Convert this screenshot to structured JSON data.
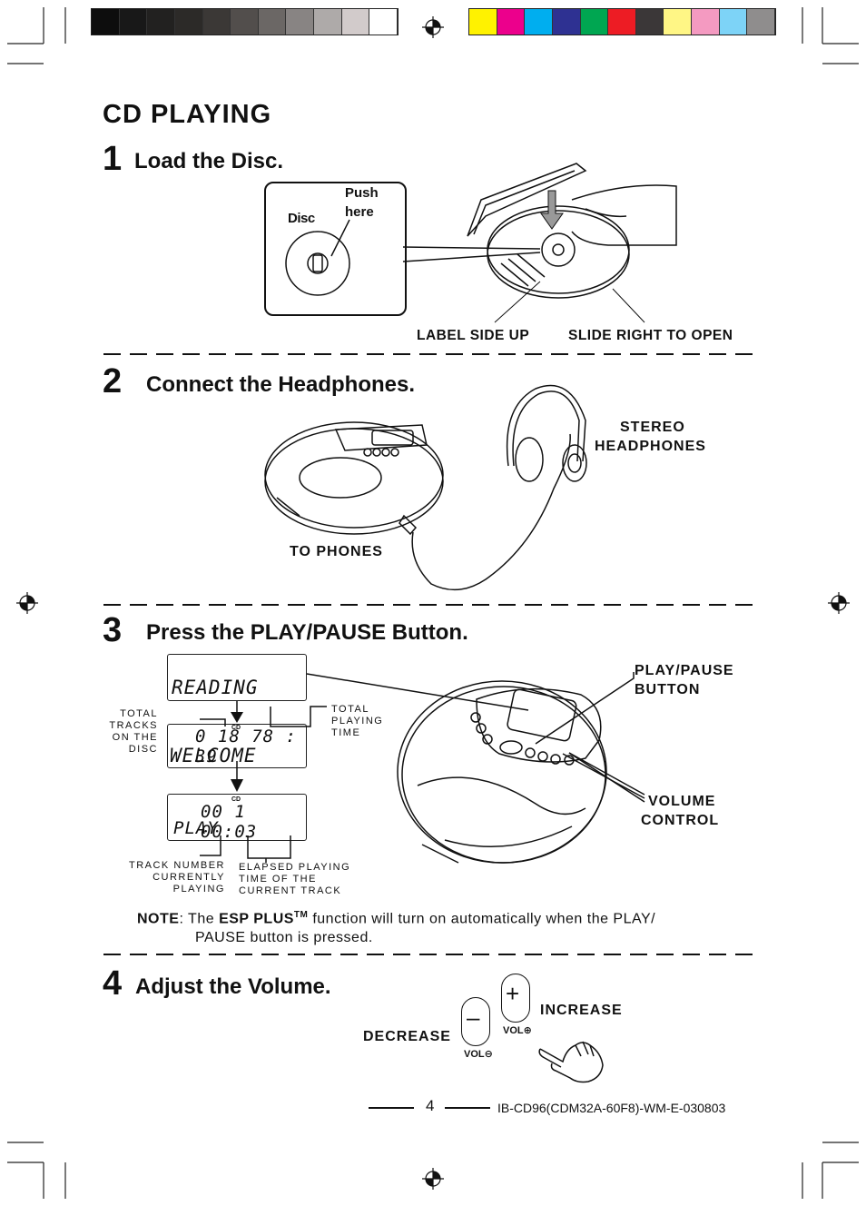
{
  "registration_colors": {
    "grays": [
      "#0d0d0d",
      "#181818",
      "#222120",
      "#2c2a28",
      "#3b3836",
      "#524e4c",
      "#6b6765",
      "#888483",
      "#aeaaa9",
      "#d2cbcb",
      "#ffffff"
    ],
    "colors": [
      "#fff200",
      "#ec008c",
      "#00aeef",
      "#2e3192",
      "#00a651",
      "#ed1c24",
      "#3b3738",
      "#fff685",
      "#f49ac1",
      "#7dd3f7",
      "#8f8d8d"
    ]
  },
  "page_title": "CD PLAYING",
  "steps": [
    {
      "num": "1",
      "title": "Load the Disc."
    },
    {
      "num": "2",
      "title": "Connect the Headphones."
    },
    {
      "num": "3",
      "title": "Press the PLAY/PAUSE Button."
    },
    {
      "num": "4",
      "title": "Adjust the Volume."
    }
  ],
  "step1": {
    "disc": "Disc",
    "push_here_1": "Push",
    "push_here_2": "here",
    "label_side_up": "LABEL  SIDE  UP",
    "slide_right": "SLIDE RIGHT TO OPEN"
  },
  "step2": {
    "stereo": "STEREO",
    "headphones": "HEADPHONES",
    "to_phones": "TO  PHONES"
  },
  "step3": {
    "lcd1_text": "READING",
    "lcd2_top": "0 18  78 : 39",
    "lcd2_mark": "CD",
    "lcd2_bottom": "WELCOME",
    "lcd3_mark": "CD",
    "lcd3_top": "00 1  00:03",
    "lcd3_bottom": "PLAY",
    "total_tracks": [
      "TOTAL",
      "TRACKS",
      "ON THE",
      "DISC"
    ],
    "total_playing": [
      "TOTAL",
      "PLAYING",
      "TIME"
    ],
    "track_number": [
      "TRACK  NUMBER",
      "CURRENTLY",
      "PLAYING"
    ],
    "elapsed": [
      "ELAPSED  PLAYING",
      "TIME  OF  THE",
      "CURRENT  TRACK"
    ],
    "play_pause_1": "PLAY/PAUSE",
    "play_pause_2": "BUTTON",
    "volume_1": "VOLUME",
    "volume_2": "CONTROL",
    "note_label": "NOTE",
    "note_pre": ": The ",
    "note_bold": "ESP PLUS",
    "note_tm": "TM",
    "note_text1": " function  will  turn  on  automatically  when  the  PLAY/",
    "note_text2": "PAUSE  button  is  pressed."
  },
  "step4": {
    "increase": "INCREASE",
    "decrease": "DECREASE",
    "vol_plus": "VOL",
    "vol_minus": "VOL"
  },
  "footer": {
    "page_number": "4",
    "code": "IB-CD96(CDM32A-60F8)-WM-E-030803"
  }
}
